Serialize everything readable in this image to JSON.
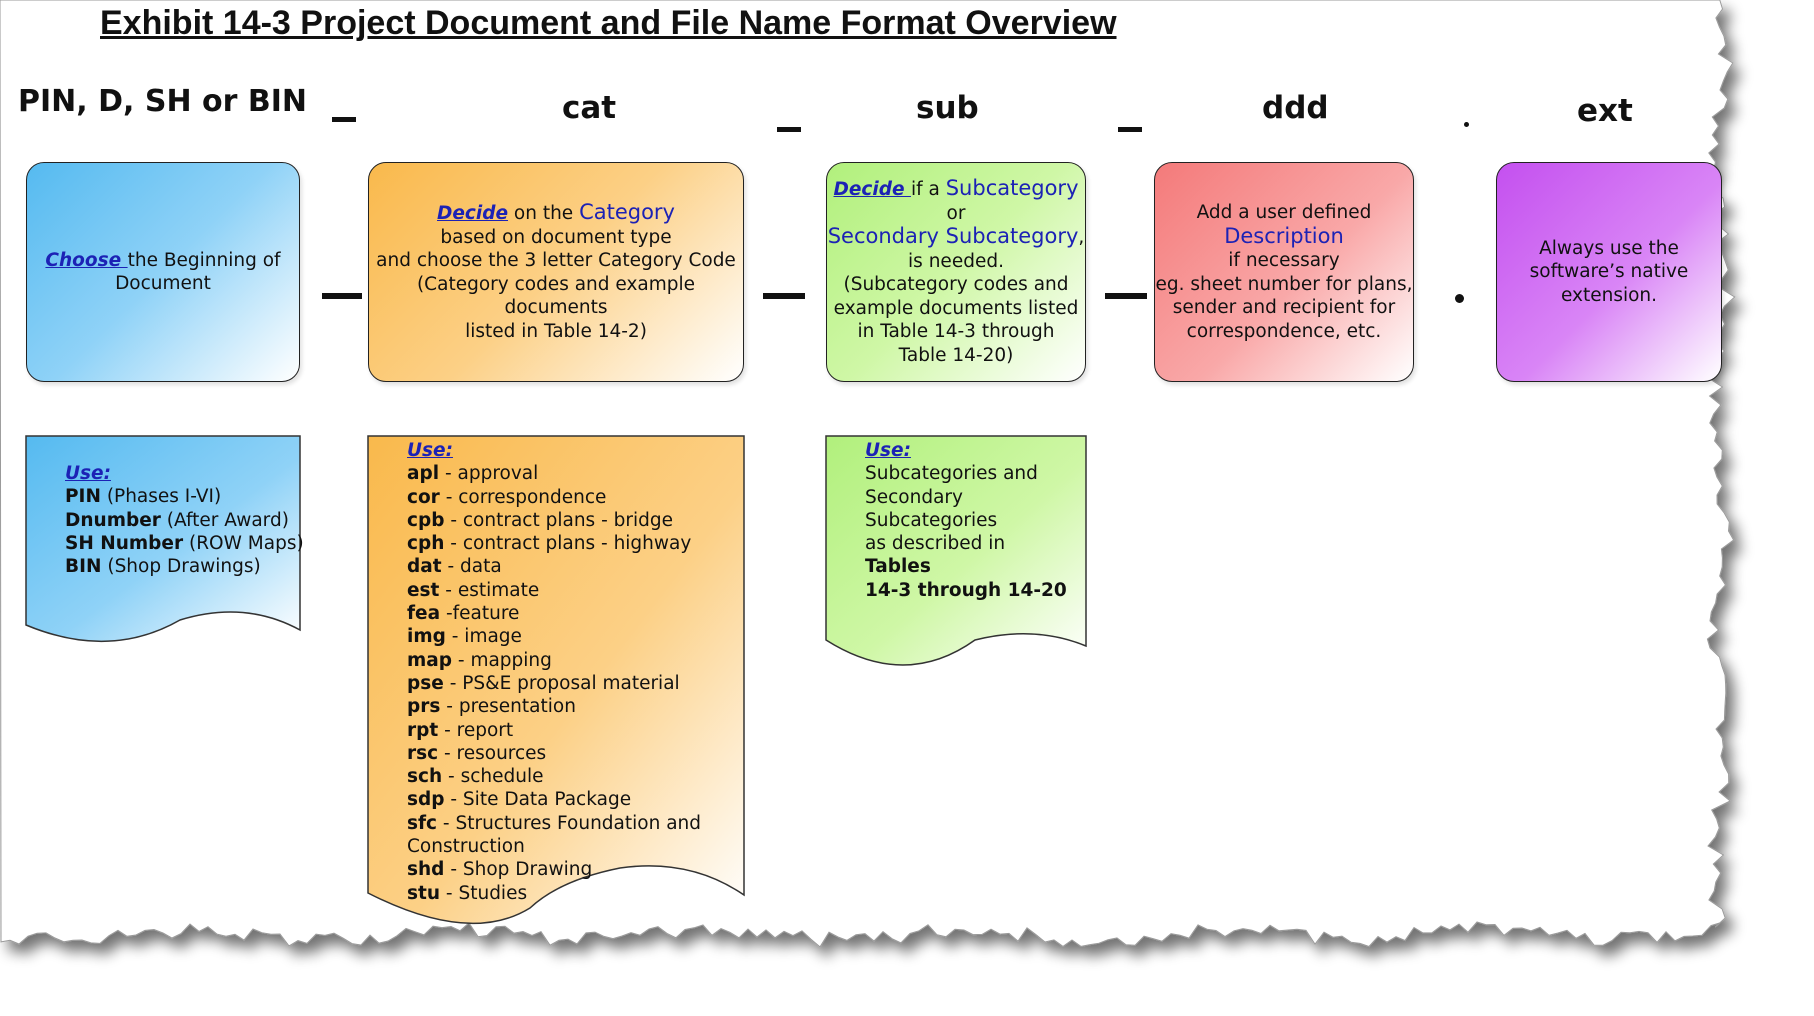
{
  "title": "Exhibit 14-3 Project Document and File Name Format Overview",
  "headers": {
    "first": "PIN, D, SH or BIN",
    "cat": "cat",
    "sub": "sub",
    "ddd": "ddd",
    "ext": "ext"
  },
  "separators": {
    "underscore": "_",
    "dot": "."
  },
  "colors": {
    "blue": "#55baf0",
    "orange": "#f9b94c",
    "green": "#b1f07c",
    "red": "#f47a7a",
    "purple": "#c450ef",
    "link": "#1c22b5"
  },
  "boxes": {
    "pin": {
      "link": "Choose ",
      "line1": "the  Beginning of",
      "line2": "Document"
    },
    "cat": {
      "link": "Decide",
      "pre": " on the ",
      "keyword": "Category",
      "lines": [
        "based on document type",
        "and choose the 3 letter Category Code",
        "(Category codes and example documents",
        "listed in Table 14-2)"
      ]
    },
    "sub": {
      "link": "Decide ",
      "pre": "if a ",
      "keyword": "Subcategory",
      "or": "or",
      "keyword2": "Secondary Subcategory",
      "comma": ",",
      "lines": [
        "is needed.",
        "(Subcategory codes and",
        "example documents listed",
        "in Table 14-3 through",
        "Table 14-20)"
      ]
    },
    "ddd": {
      "line1": "Add a user defined",
      "keyword": "Description",
      "lines": [
        "if necessary",
        "eg. sheet number for plans,",
        "sender and recipient for",
        "correspondence, etc."
      ]
    },
    "ext": {
      "lines": [
        "Always use the",
        "software’s native",
        "extension."
      ]
    }
  },
  "notes": {
    "pin": {
      "use": "Use:",
      "items": [
        {
          "code": "PIN",
          "desc": " (Phases I-VI)"
        },
        {
          "code": "Dnumber",
          "desc": "  (After Award)"
        },
        {
          "code": "SH Number",
          "desc": " (ROW Maps)"
        },
        {
          "code": "BIN",
          "desc": " (Shop Drawings)"
        }
      ]
    },
    "cat": {
      "use": "Use:",
      "items": [
        {
          "code": "apl",
          "desc": " - approval"
        },
        {
          "code": "cor",
          "desc": " - correspondence"
        },
        {
          "code": "cpb",
          "desc": " - contract plans - bridge"
        },
        {
          "code": "cph",
          "desc": " - contract plans - highway"
        },
        {
          "code": "dat",
          "desc": " - data"
        },
        {
          "code": "est",
          "desc": " - estimate"
        },
        {
          "code": "fea",
          "desc": " -feature"
        },
        {
          "code": "img",
          "desc": " - image"
        },
        {
          "code": "map",
          "desc": " - mapping"
        },
        {
          "code": "pse",
          "desc": " - PS&E proposal material"
        },
        {
          "code": "prs",
          "desc": " - presentation"
        },
        {
          "code": "rpt",
          "desc": " - report"
        },
        {
          "code": "rsc",
          "desc": " - resources"
        },
        {
          "code": "sch",
          "desc": " - schedule"
        },
        {
          "code": "sdp",
          "desc": " - Site Data Package"
        },
        {
          "code": "sfc",
          "desc": " - Structures Foundation and"
        },
        {
          "code": "",
          "desc": "Construction"
        },
        {
          "code": "shd",
          "desc": " - Shop Drawing"
        },
        {
          "code": "stu",
          "desc": " - Studies"
        }
      ]
    },
    "sub": {
      "use": "Use:",
      "lines": [
        "Subcategories  and",
        "Secondary",
        "Subcategories",
        "as described in"
      ],
      "bold_lines": [
        "Tables",
        "14-3 through 14-20"
      ]
    }
  }
}
